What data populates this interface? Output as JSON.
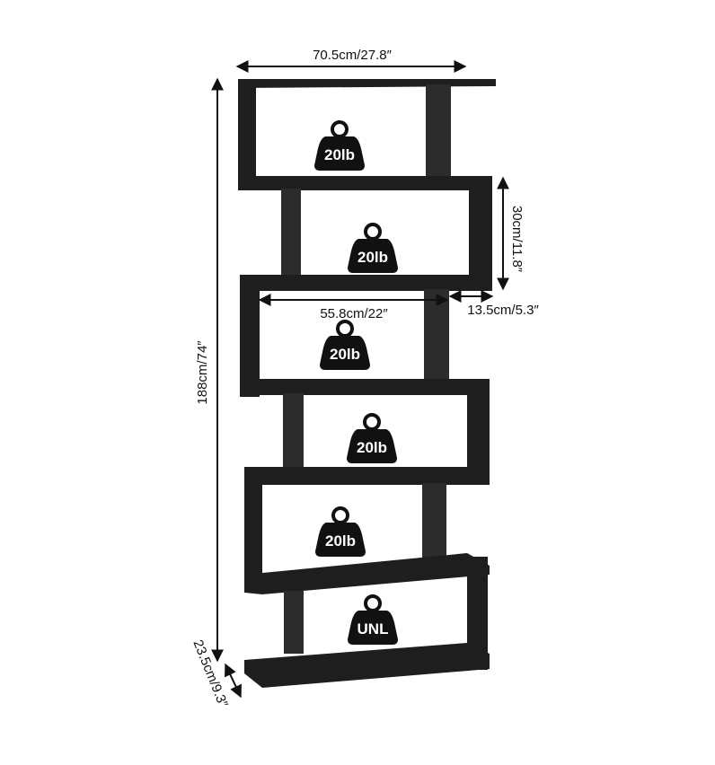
{
  "dimensions": {
    "total_width": "70.5cm/27.8″",
    "total_height": "188cm/74″",
    "shelf_height": "30cm/11.8″",
    "inner_width": "55.8cm/22″",
    "offset_width": "13.5cm/5.3″",
    "depth": "23.5cm/9.3″"
  },
  "shelves": [
    {
      "load": "20lb"
    },
    {
      "load": "20lb"
    },
    {
      "load": "20lb"
    },
    {
      "load": "20lb"
    },
    {
      "load": "20lb"
    },
    {
      "load": "UNL"
    }
  ],
  "colors": {
    "shelf": "#1e1e1e",
    "background": "#ffffff"
  }
}
